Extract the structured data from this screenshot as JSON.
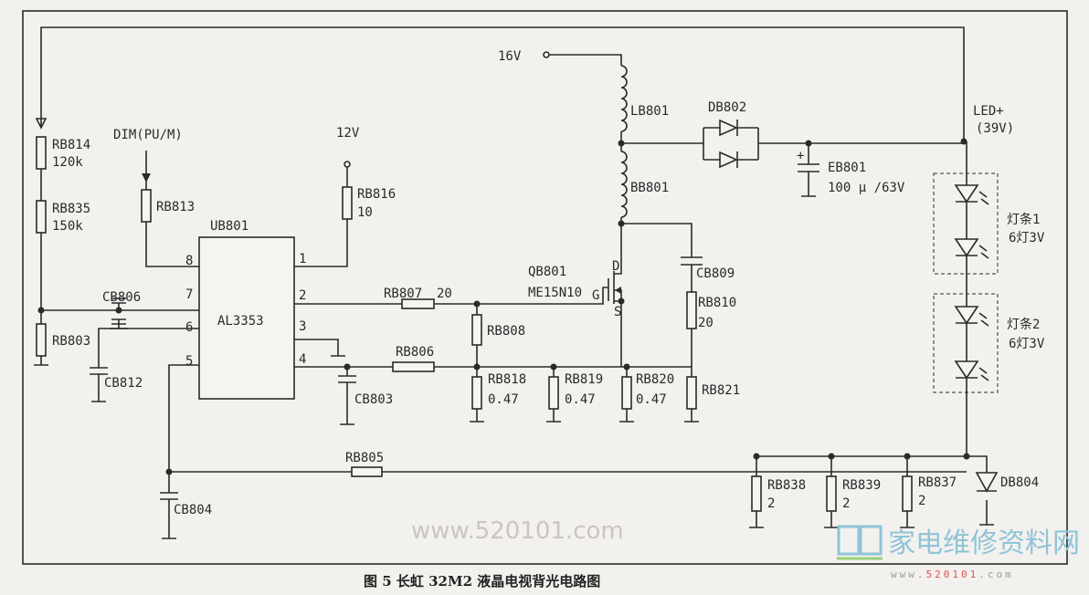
{
  "caption": "图 5 长虹 32M2 液晶电视背光电路图",
  "watermark": {
    "text": "家电维修资料网",
    "url_prefix": "www.",
    "url_num": "520101",
    "url_suffix": ".com",
    "site": "www.520101.com"
  },
  "ic": {
    "ref": "UB801",
    "part": "AL3353",
    "pins": [
      "1",
      "2",
      "3",
      "4",
      "5",
      "6",
      "7",
      "8"
    ]
  },
  "inputs": {
    "dim": "DIM(PU/M)",
    "v12": "12V",
    "v16": "16V",
    "led_plus": "LED+",
    "led_voltage": "(39V)"
  },
  "components": {
    "RB814": {
      "ref": "RB814",
      "val": "120k"
    },
    "RB835": {
      "ref": "RB835",
      "val": "150k"
    },
    "RB813": {
      "ref": "RB813"
    },
    "RB816": {
      "ref": "RB816",
      "val": "10"
    },
    "RB803": {
      "ref": "RB803"
    },
    "CB806": {
      "ref": "CB806"
    },
    "CB812": {
      "ref": "CB812"
    },
    "CB803": {
      "ref": "CB803"
    },
    "CB804": {
      "ref": "CB804"
    },
    "RB807": {
      "ref": "RB807",
      "val": "20"
    },
    "RB806": {
      "ref": "RB806"
    },
    "RB808": {
      "ref": "RB808"
    },
    "RB818": {
      "ref": "RB818",
      "val": "0.47"
    },
    "RB819": {
      "ref": "RB819",
      "val": "0.47"
    },
    "RB820": {
      "ref": "RB820",
      "val": "0.47"
    },
    "RB821": {
      "ref": "RB821"
    },
    "RB805": {
      "ref": "RB805"
    },
    "QB801": {
      "ref": "QB801",
      "part": "ME15N10",
      "d": "D",
      "g": "G",
      "s": "S"
    },
    "LB801": {
      "ref": "LB801"
    },
    "BB801": {
      "ref": "BB801"
    },
    "DB802": {
      "ref": "DB802"
    },
    "EB801": {
      "ref": "EB801",
      "val": "100 μ /63V",
      "plus": "+"
    },
    "CB809": {
      "ref": "CB809"
    },
    "RB810": {
      "ref": "RB810",
      "val": "20"
    },
    "RB838": {
      "ref": "RB838",
      "val": "2"
    },
    "RB839": {
      "ref": "RB839",
      "val": "2"
    },
    "RB837": {
      "ref": "RB837",
      "val": "2"
    },
    "DB804": {
      "ref": "DB804"
    }
  },
  "led_strips": [
    {
      "name": "灯条1",
      "spec": "6灯3V"
    },
    {
      "name": "灯条2",
      "spec": "6灯3V"
    }
  ]
}
